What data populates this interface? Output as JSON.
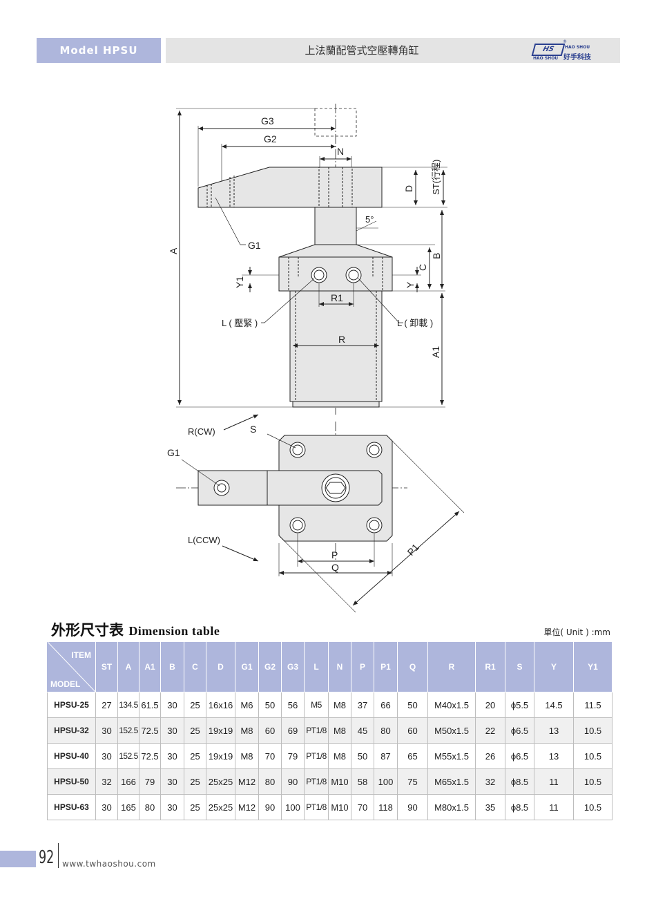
{
  "header": {
    "model_label": "Model HPSU",
    "title": "上法蘭配管式空壓轉角缸",
    "logo_mark": "HS",
    "logo_sub": "HAO SHOU",
    "logo_en": "HAO SHOU",
    "logo_cn": "好手科技",
    "logo_reg": "®"
  },
  "drawing_labels": {
    "g3": "G3",
    "g2": "G2",
    "n": "N",
    "d": "D",
    "st": "ST(行程)",
    "a": "A",
    "g1": "G1",
    "angle": "5°",
    "b": "B",
    "c": "C",
    "y": "Y",
    "y1": "Y1",
    "r1": "R1",
    "l_clamp": "L ( 壓緊 )",
    "l_unclamp": "L ( 卸載 )",
    "r": "R",
    "a1": "A1",
    "rcw": "R(CW)",
    "s": "S",
    "g1b": "G1",
    "lccw": "L(CCW)",
    "p": "P",
    "q": "Q",
    "p1": "P1"
  },
  "table": {
    "title_cn": "外形尺寸表",
    "title_en": "Dimension table",
    "unit": "單位( Unit ) :mm",
    "corner_item": "ITEM",
    "corner_model": "MODEL",
    "columns": [
      "ST",
      "A",
      "A1",
      "B",
      "C",
      "D",
      "G1",
      "G2",
      "G3",
      "L",
      "N",
      "P",
      "P1",
      "Q",
      "R",
      "R1",
      "S",
      "Y",
      "Y1"
    ],
    "rows": [
      [
        "HPSU-25",
        "27",
        "134.5",
        "61.5",
        "30",
        "25",
        "16x16",
        "M6",
        "50",
        "56",
        "M5",
        "M8",
        "37",
        "66",
        "50",
        "M40x1.5",
        "20",
        "ϕ5.5",
        "14.5",
        "11.5"
      ],
      [
        "HPSU-32",
        "30",
        "152.5",
        "72.5",
        "30",
        "25",
        "19x19",
        "M8",
        "60",
        "69",
        "PT1/8",
        "M8",
        "45",
        "80",
        "60",
        "M50x1.5",
        "22",
        "ϕ6.5",
        "13",
        "10.5"
      ],
      [
        "HPSU-40",
        "30",
        "152.5",
        "72.5",
        "30",
        "25",
        "19x19",
        "M8",
        "70",
        "79",
        "PT1/8",
        "M8",
        "50",
        "87",
        "65",
        "M55x1.5",
        "26",
        "ϕ6.5",
        "13",
        "10.5"
      ],
      [
        "HPSU-50",
        "32",
        "166",
        "79",
        "30",
        "25",
        "25x25",
        "M12",
        "80",
        "90",
        "PT1/8",
        "M10",
        "58",
        "100",
        "75",
        "M65x1.5",
        "32",
        "ϕ8.5",
        "11",
        "10.5"
      ],
      [
        "HPSU-63",
        "30",
        "165",
        "80",
        "30",
        "25",
        "25x25",
        "M12",
        "90",
        "100",
        "PT1/8",
        "M10",
        "70",
        "118",
        "90",
        "M80x1.5",
        "35",
        "ϕ8.5",
        "11",
        "10.5"
      ]
    ]
  },
  "footer": {
    "page": "92",
    "url": "www.twhaoshou.com"
  },
  "colors": {
    "accent": "#aeb6dc",
    "header_bar": "#e4e4e4",
    "part_fill": "#e6e6e6"
  }
}
